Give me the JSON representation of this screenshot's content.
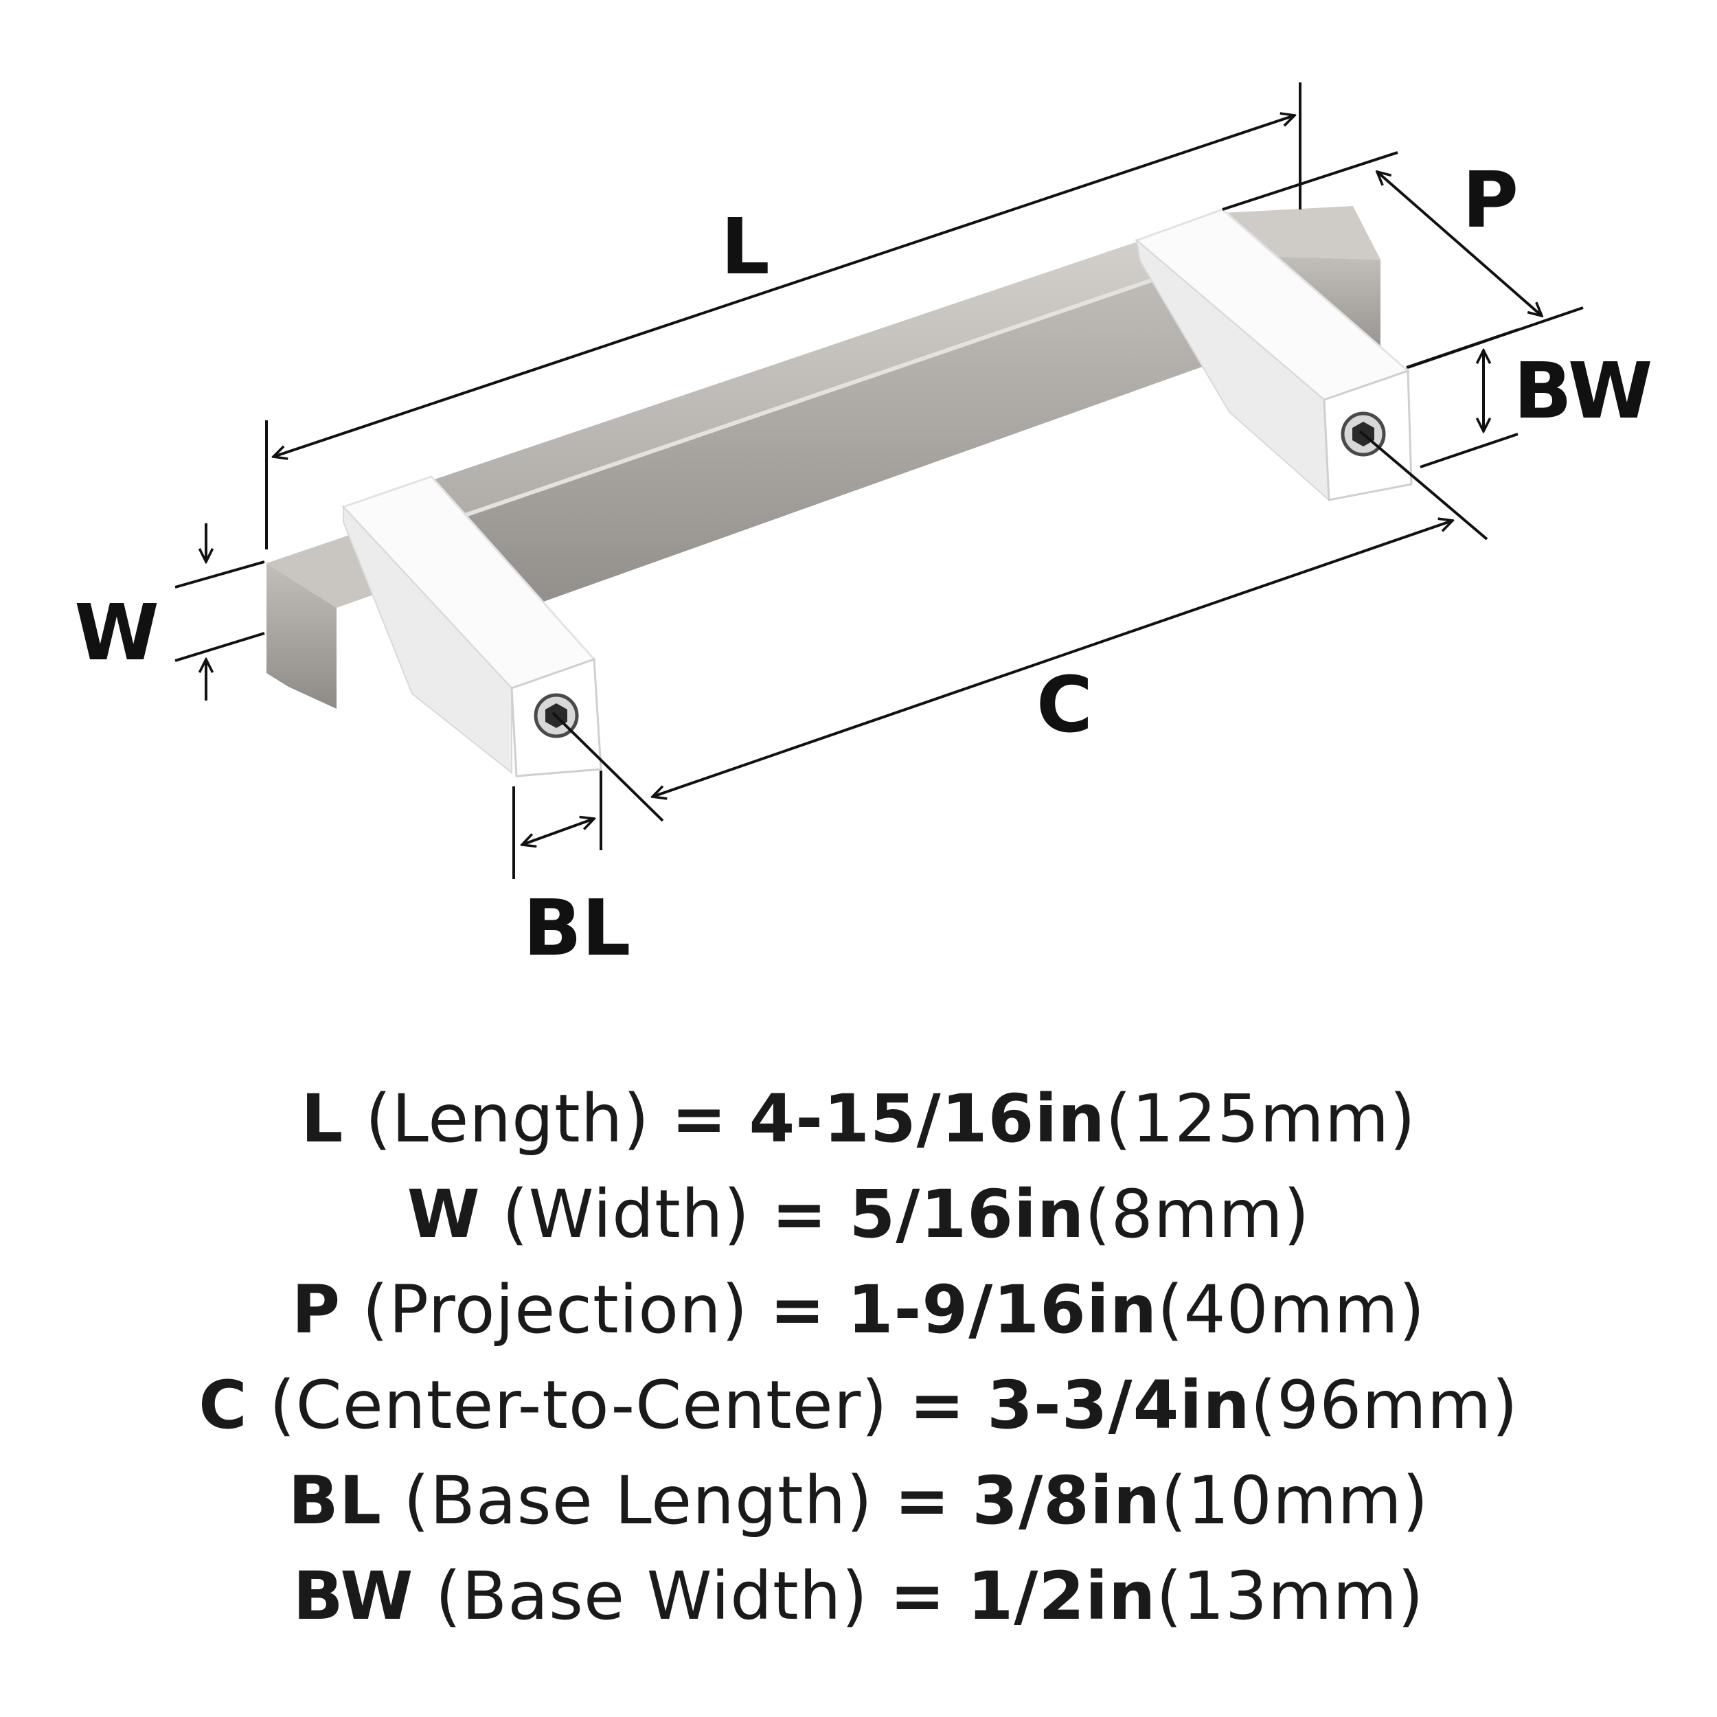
{
  "diagram": {
    "labels": {
      "L": "L",
      "P": "P",
      "BW": "BW",
      "W": "W",
      "C": "C",
      "BL": "BL"
    },
    "colors": {
      "brushed_bar": "#b9b6b2",
      "bar_light": "#d4d2ce",
      "bar_dark": "#8f8c88",
      "chrome_base": "#f7f7f7",
      "line": "#111111"
    }
  },
  "specs": [
    {
      "code": "L",
      "desc": "(Length)",
      "eq": "=",
      "inches": "4-15/16in",
      "mm": "(125mm)"
    },
    {
      "code": "W",
      "desc": "(Width)",
      "eq": "=",
      "inches": "5/16in",
      "mm": "(8mm)"
    },
    {
      "code": "P",
      "desc": "(Projection)",
      "eq": "=",
      "inches": "1-9/16in",
      "mm": "(40mm)"
    },
    {
      "code": "C",
      "desc": "(Center-to-Center)",
      "eq": "=",
      "inches": "3-3/4in",
      "mm": "(96mm)"
    },
    {
      "code": "BL",
      "desc": "(Base Length)",
      "eq": "=",
      "inches": "3/8in",
      "mm": "(10mm)"
    },
    {
      "code": "BW",
      "desc": "(Base Width)",
      "eq": "=",
      "inches": "1/2in",
      "mm": "(13mm)"
    }
  ]
}
